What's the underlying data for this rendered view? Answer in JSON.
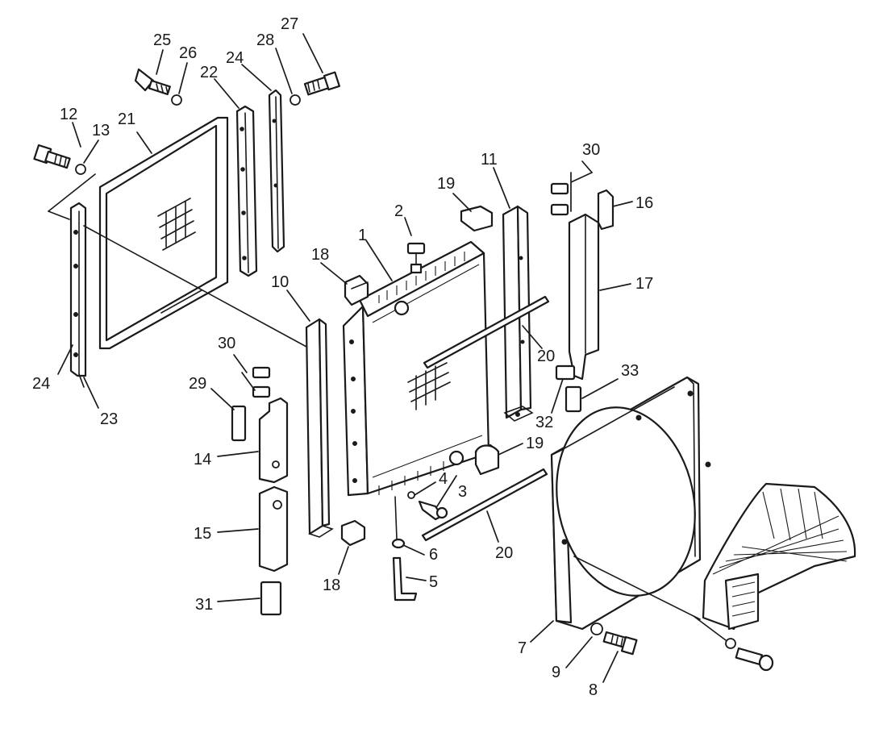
{
  "callouts": [
    {
      "id": "1",
      "text": "1"
    },
    {
      "id": "2",
      "text": "2"
    },
    {
      "id": "3",
      "text": "3"
    },
    {
      "id": "4",
      "text": "4"
    },
    {
      "id": "5",
      "text": "5"
    },
    {
      "id": "6",
      "text": "6"
    },
    {
      "id": "7",
      "text": "7"
    },
    {
      "id": "8",
      "text": "8"
    },
    {
      "id": "9",
      "text": "9"
    },
    {
      "id": "10",
      "text": "10"
    },
    {
      "id": "11",
      "text": "11"
    },
    {
      "id": "12",
      "text": "12"
    },
    {
      "id": "13",
      "text": "13"
    },
    {
      "id": "14",
      "text": "14"
    },
    {
      "id": "15",
      "text": "15"
    },
    {
      "id": "16",
      "text": "16"
    },
    {
      "id": "17",
      "text": "17"
    },
    {
      "id": "18a",
      "text": "18"
    },
    {
      "id": "18b",
      "text": "18"
    },
    {
      "id": "19a",
      "text": "19"
    },
    {
      "id": "19b",
      "text": "19"
    },
    {
      "id": "20a",
      "text": "20"
    },
    {
      "id": "20b",
      "text": "20"
    },
    {
      "id": "21",
      "text": "21"
    },
    {
      "id": "22",
      "text": "22"
    },
    {
      "id": "23",
      "text": "23"
    },
    {
      "id": "24a",
      "text": "24"
    },
    {
      "id": "24b",
      "text": "24"
    },
    {
      "id": "25",
      "text": "25"
    },
    {
      "id": "26",
      "text": "26"
    },
    {
      "id": "27",
      "text": "27"
    },
    {
      "id": "28",
      "text": "28"
    },
    {
      "id": "29",
      "text": "29"
    },
    {
      "id": "30a",
      "text": "30"
    },
    {
      "id": "30b",
      "text": "30"
    },
    {
      "id": "31",
      "text": "31"
    },
    {
      "id": "32",
      "text": "32"
    },
    {
      "id": "33",
      "text": "33"
    }
  ]
}
